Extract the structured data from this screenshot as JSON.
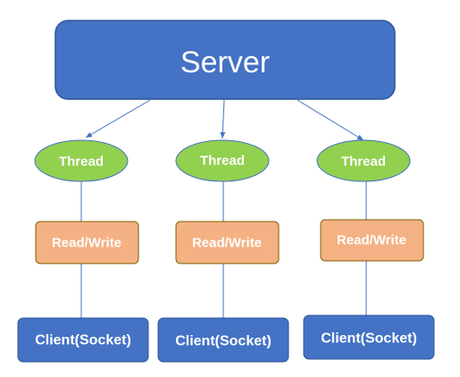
{
  "server": {
    "label": "Server"
  },
  "columns": [
    {
      "thread": "Thread",
      "io": "Read/Write",
      "client": "Client(Socket)"
    },
    {
      "thread": "Thread",
      "io": "Read/Write",
      "client": "Client(Socket)"
    },
    {
      "thread": "Thread",
      "io": "Read/Write",
      "client": "Client(Socket)"
    }
  ],
  "colors": {
    "server_fill": "#4472C4",
    "server_stroke": "#2F5597",
    "thread_fill": "#92D050",
    "thread_stroke": "#4472C4",
    "io_fill": "#F4B183",
    "io_stroke": "#7F6000",
    "client_fill": "#4472C4",
    "client_stroke": "#2F5597",
    "connector": "#4472C4",
    "text": "#FFFFFF"
  }
}
